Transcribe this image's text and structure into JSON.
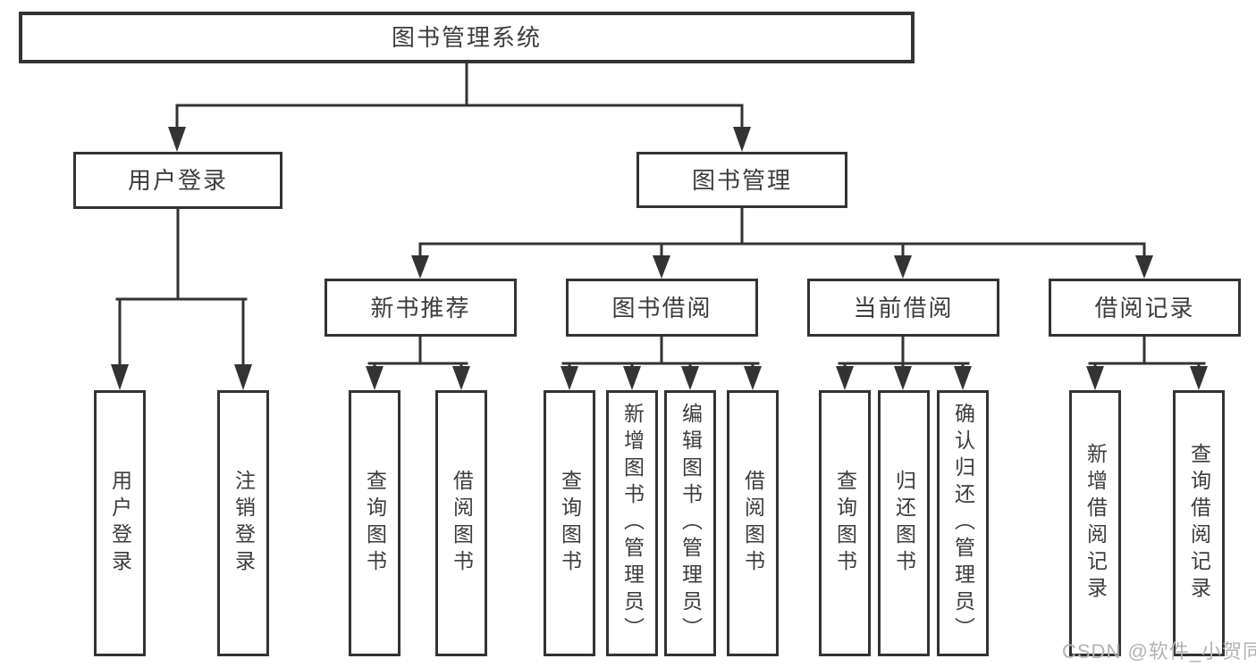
{
  "diagram_type": "functional-structure-tree",
  "colors": {
    "line": "#333333",
    "text": "#3c3c3c",
    "watermark": "#b3b3b3",
    "background": "#ffffff"
  },
  "tree": {
    "label": "图书管理系统",
    "children": [
      {
        "label": "用户登录",
        "children": [
          {
            "label": "用户登录"
          },
          {
            "label": "注销登录"
          }
        ]
      },
      {
        "label": "图书管理",
        "children": [
          {
            "label": "新书推荐",
            "children": [
              {
                "label": "查询图书"
              },
              {
                "label": "借阅图书"
              }
            ]
          },
          {
            "label": "图书借阅",
            "children": [
              {
                "label": "查询图书"
              },
              {
                "label": "新增图书（管理员）"
              },
              {
                "label": "编辑图书（管理员）"
              },
              {
                "label": "借阅图书"
              }
            ]
          },
          {
            "label": "当前借阅",
            "children": [
              {
                "label": "查询图书"
              },
              {
                "label": "归还图书"
              },
              {
                "label": "确认归还（管理员）"
              }
            ]
          },
          {
            "label": "借阅记录",
            "children": [
              {
                "label": "新增借阅记录"
              },
              {
                "label": "查询借阅记录"
              }
            ]
          }
        ]
      }
    ]
  },
  "watermark": "CSDN @软件_小贺同学"
}
